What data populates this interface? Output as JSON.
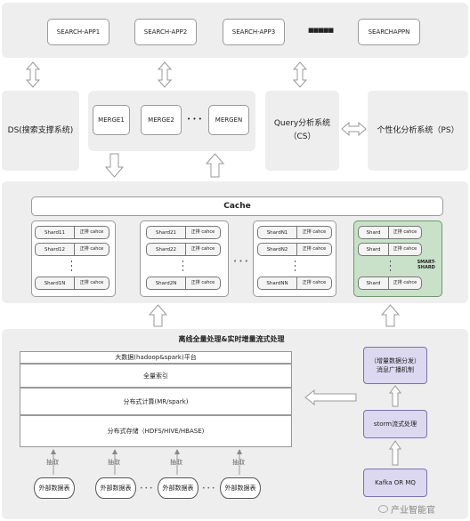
{
  "top": {
    "apps": [
      "SEARCH-APP1",
      "SEARCH-APP2",
      "SEARCH-APP3",
      "SEARCHAPPN"
    ],
    "ellipsis": "■■■■■"
  },
  "middle": {
    "ds_label": "DS(搜索支撑系统)",
    "merges": [
      "MERGE1",
      "MERGE2",
      "MERGEN"
    ],
    "merge_ellipsis": "• • •",
    "cs_label": "Query分析系统（CS）",
    "ps_label": "个性化分析系统（PS）"
  },
  "cache_layer": {
    "cache_label": "Cache",
    "groups": [
      {
        "rows": [
          {
            "shard": "Shard11",
            "right": "正排 cahce"
          },
          {
            "shard": "Shard12",
            "right": "正排 cahce"
          },
          {
            "shard": "Shard1N",
            "right": "正排 cahce"
          }
        ]
      },
      {
        "rows": [
          {
            "shard": "Shard21",
            "right": "正排 cahce"
          },
          {
            "shard": "Shard22",
            "right": "正排 cahce"
          },
          {
            "shard": "Shard2N",
            "right": "正排 cahce"
          }
        ]
      },
      {
        "rows": [
          {
            "shard": "ShardN1",
            "right": "正排 cahce"
          },
          {
            "shard": "ShardN2",
            "right": "正排 cahce"
          },
          {
            "shard": "ShardNN",
            "right": "正排 cahce"
          }
        ]
      },
      {
        "rows": [
          {
            "shard": "Shard",
            "right": "正排 cahce"
          },
          {
            "shard": "Shard",
            "right": "正排 cahce"
          },
          {
            "shard": "Shard",
            "right": "正排 cahce"
          }
        ]
      }
    ],
    "smart_label": "SMART-SHARD",
    "group_dots": "• • •",
    "colors": {
      "smart_fill": "#c9e0c9",
      "smart_border": "#6a9a6a"
    }
  },
  "bottom": {
    "title": "离线全量处理&实时增量流式处理",
    "platform": "大数据(hadoop&spark)平台",
    "full_index": "全量索引",
    "compute": "分布式计算(MR/spark)",
    "storage": "分布式存储（HDFS/HIVE/HBASE)",
    "extract_label": "抽取",
    "external_tables": [
      "外部数据表",
      "外部数据表",
      "外部数据表",
      "外部数据表"
    ],
    "table_dots": "• • •",
    "broadcast": "（增量数据分发）消息广播机制",
    "storm": "storm流式处理",
    "kafka": "Kafka OR MQ",
    "colors": {
      "purple_fill": "#dcd8f0",
      "purple_border": "#7a72b0"
    }
  },
  "watermark": "产业智能官"
}
